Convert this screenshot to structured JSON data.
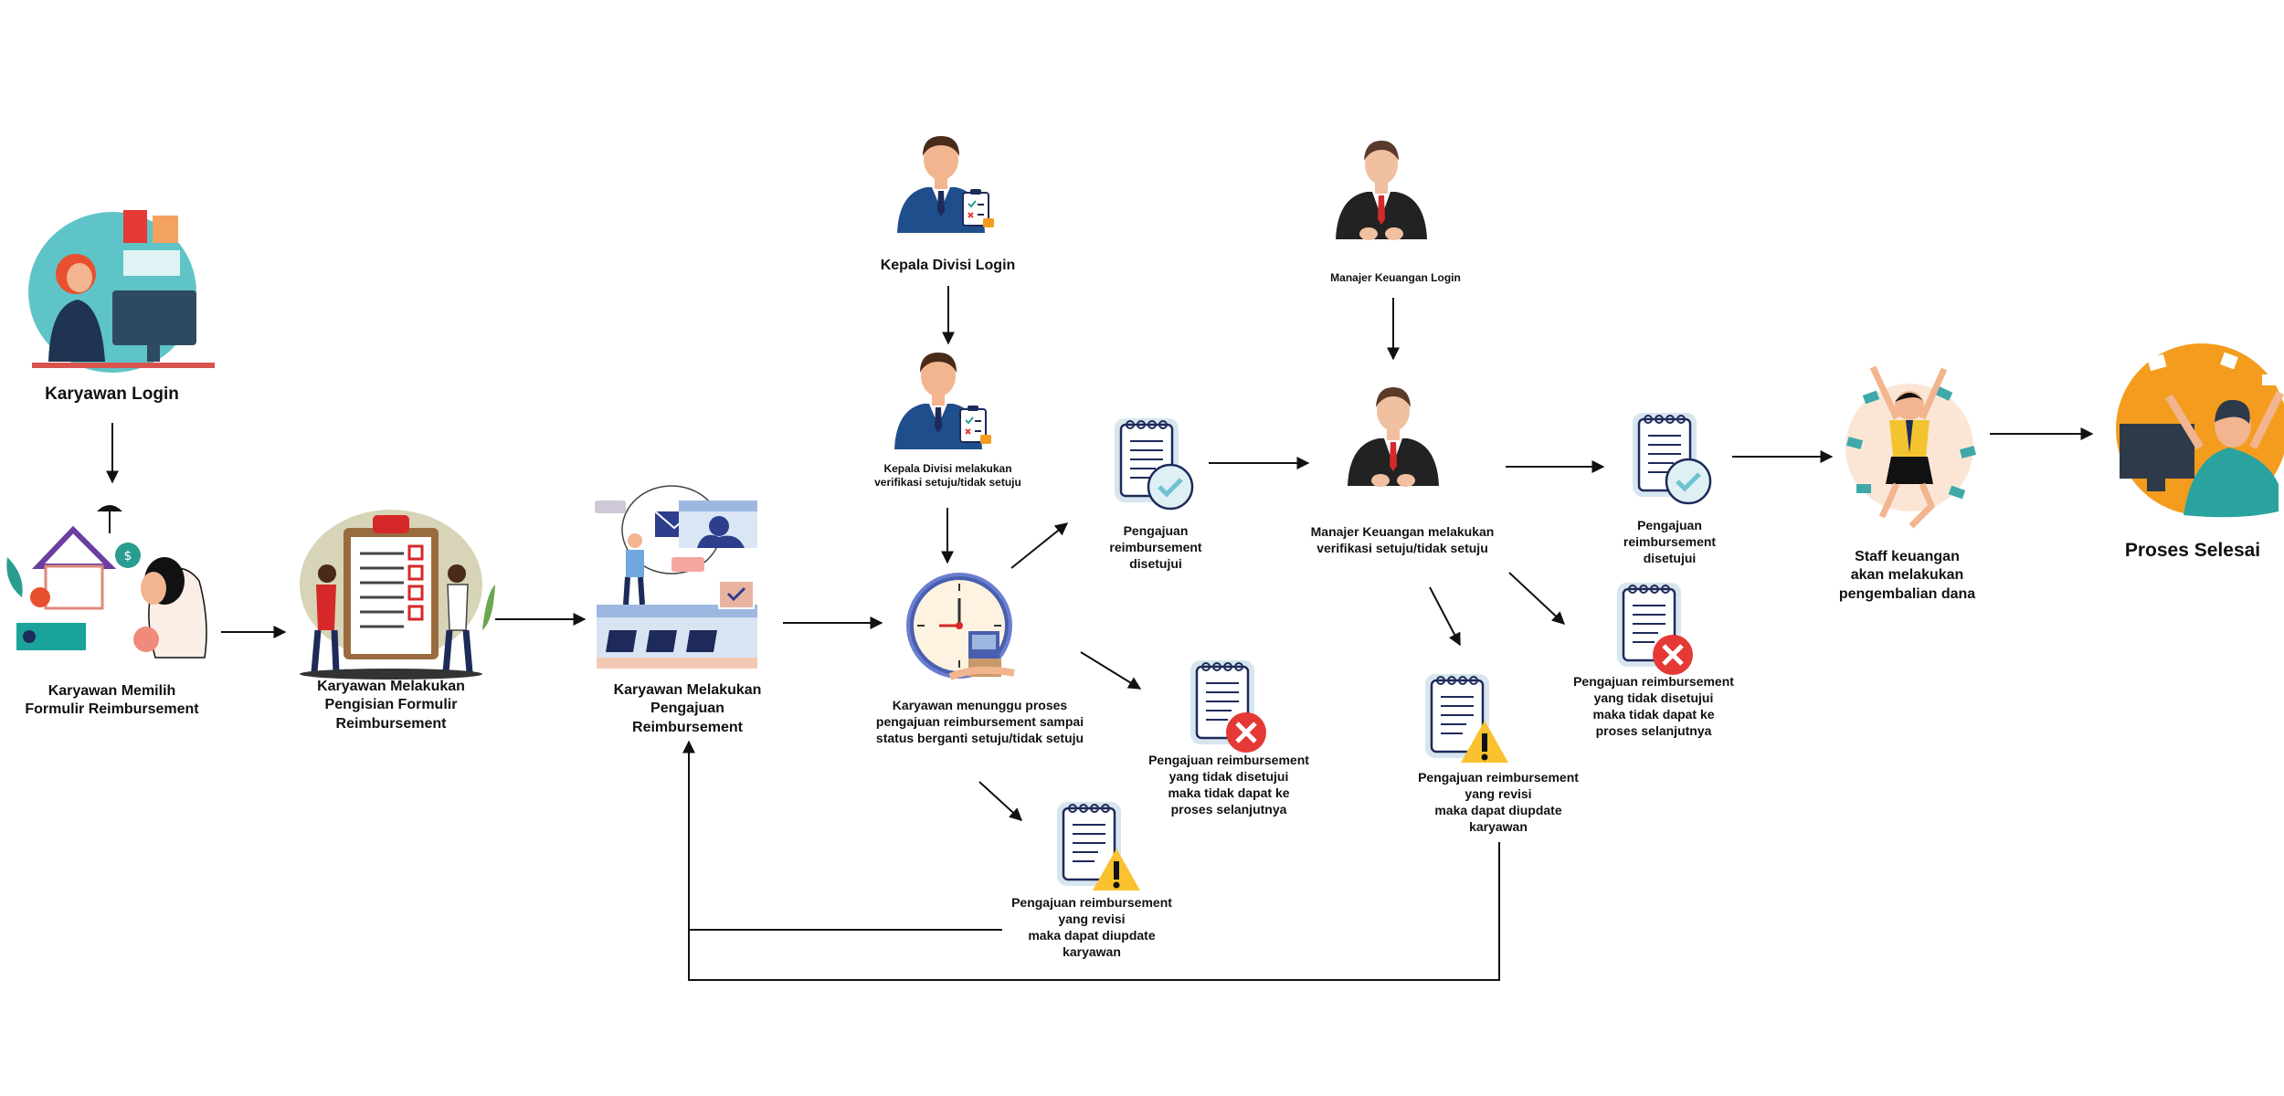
{
  "nodes": {
    "karyawan_login": "Karyawan Login",
    "memilih_formulir": "Karyawan Memilih\nFormulir  Reimbursement",
    "pengisian_formulir": "Karyawan Melakukan\nPengisian Formulir\nReimbursement",
    "pengajuan": "Karyawan Melakukan\nPengajuan\nReimbursement",
    "menunggu": "Karyawan menunggu proses\npengajuan reimbursement sampai\nstatus berganti setuju/tidak setuju",
    "kadiv_login": "Kepala Divisi Login",
    "kadiv_verifikasi": "Kepala Divisi melakukan\nverifikasi setuju/tidak setuju",
    "disetujui_1": "Pengajuan\nreimbursement\ndisetujui",
    "tidak_disetujui_1": "Pengajuan reimbursement\nyang tidak disetujui\nmaka tidak dapat ke\nproses selanjutnya",
    "revisi_1": "Pengajuan reimbursement\nyang revisi\nmaka dapat diupdate\nkaryawan",
    "manajer_login": "Manajer Keuangan  Login",
    "manajer_verifikasi": "Manajer Keuangan melakukan\nverifikasi setuju/tidak setuju",
    "revisi_2": "Pengajuan reimbursement\nyang revisi\nmaka dapat diupdate\nkaryawan",
    "disetujui_2": "Pengajuan\nreimbursement\ndisetujui",
    "tidak_disetujui_2": "Pengajuan reimbursement\nyang tidak disetujui\nmaka tidak dapat ke\nproses selanjutnya",
    "staff_pengembalian": "Staff keuangan\nakan melakukan\npengembalian dana",
    "proses_selesai": "Proses Selesai"
  },
  "icons": {
    "karyawan_login": "woman-at-computer-icon",
    "memilih_formulir": "woman-choosing-form-icon",
    "pengisian_formulir": "clipboard-checklist-icon",
    "pengajuan": "submission-envelope-icon",
    "menunggu": "clock-waiting-icon",
    "kadiv_login": "division-head-icon",
    "kadiv_verifikasi": "division-head-icon",
    "manajer_login": "finance-manager-icon",
    "manajer_verifikasi": "finance-manager-icon",
    "approved": "notepad-check-icon",
    "rejected": "notepad-x-icon",
    "revision": "notepad-warning-icon",
    "staff_pengembalian": "celebrating-staff-icon",
    "proses_selesai": "finished-celebration-icon"
  },
  "colors": {
    "approved": "#6fc2cf",
    "rejected": "#e53935",
    "revision": "#f9c22e",
    "suit_blue": "#1f4e8c",
    "suit_black": "#222222",
    "orange": "#f39c1e",
    "teal": "#3fb8b8"
  }
}
